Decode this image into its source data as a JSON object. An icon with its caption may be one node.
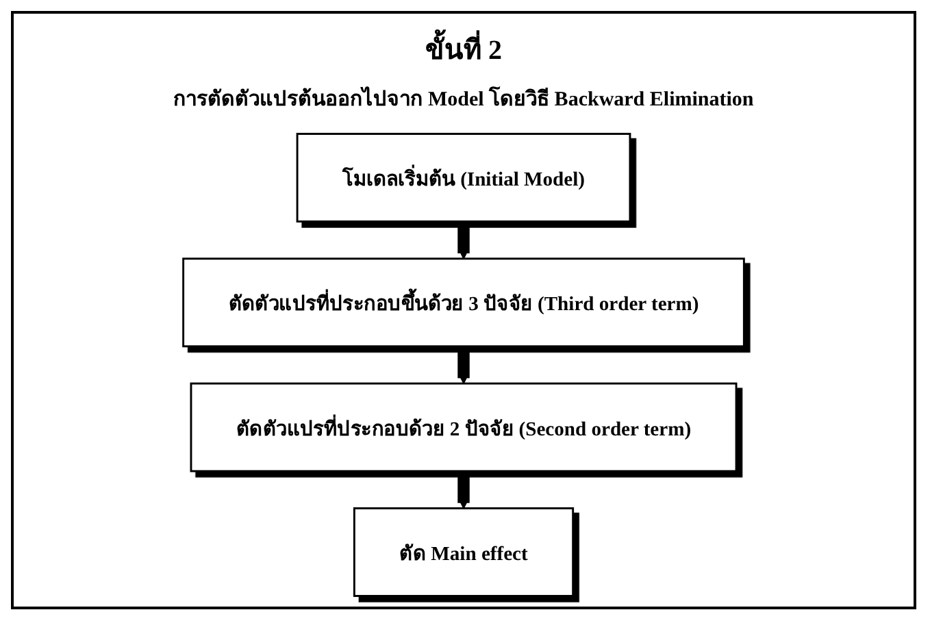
{
  "diagram": {
    "title": "ขั้นที่ 2",
    "nodes": [
      {
        "text": [
          "โมเดลเริ่มต้น (Initial Model)"
        ]
      },
      {
        "text": [
          "ตัดตัวแปรที่ประกอบขึ้นด้วย 3 ปัจจัย (Third order term)"
        ]
      },
      {
        "text": [
          "ตัดตัวแปรที่ประกอบด้วย 2 ปัจจัย (Second order term)"
        ]
      },
      {
        "text": [
          "ตัด Main effect"
        ]
      }
    ],
    "edges": [
      {
        "from": 0,
        "to": 1,
        "arrow": "to"
      },
      {
        "from": 1,
        "to": 2,
        "arrow": "to"
      },
      {
        "from": 2,
        "to": 3,
        "arrow": "to"
      }
    ],
    "labels": [
      "การตัดตัวแปรต้นออกไปจาก Model โดยวิธี Backward Elimination"
    ]
  }
}
